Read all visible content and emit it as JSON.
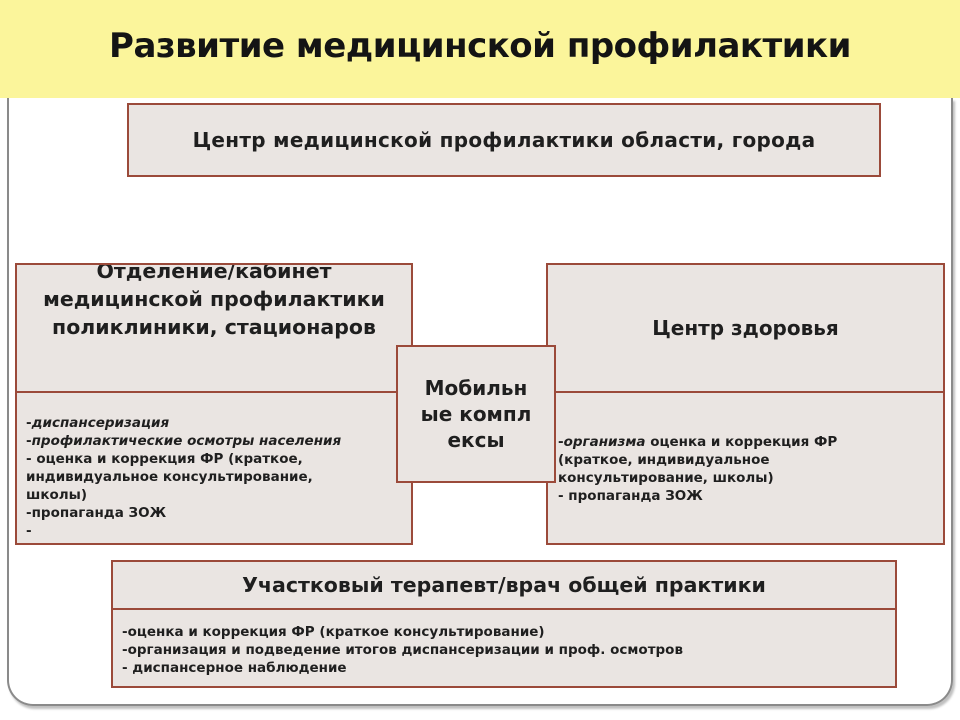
{
  "title": "Развитие медицинской профилактики",
  "colors": {
    "title_bar": "#fbf59b",
    "box_fill": "#eae5e2",
    "box_border": "#9b4a3a"
  },
  "center": {
    "label": "Центр медицинской профилактики области, города"
  },
  "department": {
    "label": "Отделение/кабинет медицинской профилактики поликлиники, стационаров",
    "items": [
      {
        "prefix": "-",
        "text": "диспансеризация",
        "italic": true
      },
      {
        "prefix": "-",
        "text": "профилактические осмотры населения",
        "italic": true
      },
      {
        "prefix": "- ",
        "text": "оценка и коррекция ФР (краткое,",
        "italic": false
      },
      {
        "prefix": "",
        "text": "индивидуальное консультирование,",
        "italic": false
      },
      {
        "prefix": "",
        "text": "школы)",
        "italic": false
      },
      {
        "prefix": "-",
        "text": "пропаганда ЗОЖ",
        "italic": false
      },
      {
        "prefix": "-",
        "text": "",
        "italic": false
      }
    ]
  },
  "mobile": {
    "label": "Мобильные комплексы"
  },
  "health_center": {
    "label": "Центр здоровья",
    "items": [
      {
        "prefix": "-",
        "text": "организма",
        "rest": " оценка и коррекция ФР"
      },
      {
        "prefix": "",
        "text": "",
        "rest": "(краткое, индивидуальное"
      },
      {
        "prefix": "",
        "text": "",
        "rest": "консультирование, школы)"
      },
      {
        "prefix": "",
        "text": "",
        "rest": "- пропаганда ЗОЖ"
      }
    ]
  },
  "general_practitioner": {
    "label": "Участковый терапевт/врач общей практики",
    "items": [
      "-оценка и коррекция ФР (краткое консультирование)",
      "-организация и подведение итогов диспансеризации и проф. осмотров",
      "- диспансерное наблюдение"
    ]
  }
}
